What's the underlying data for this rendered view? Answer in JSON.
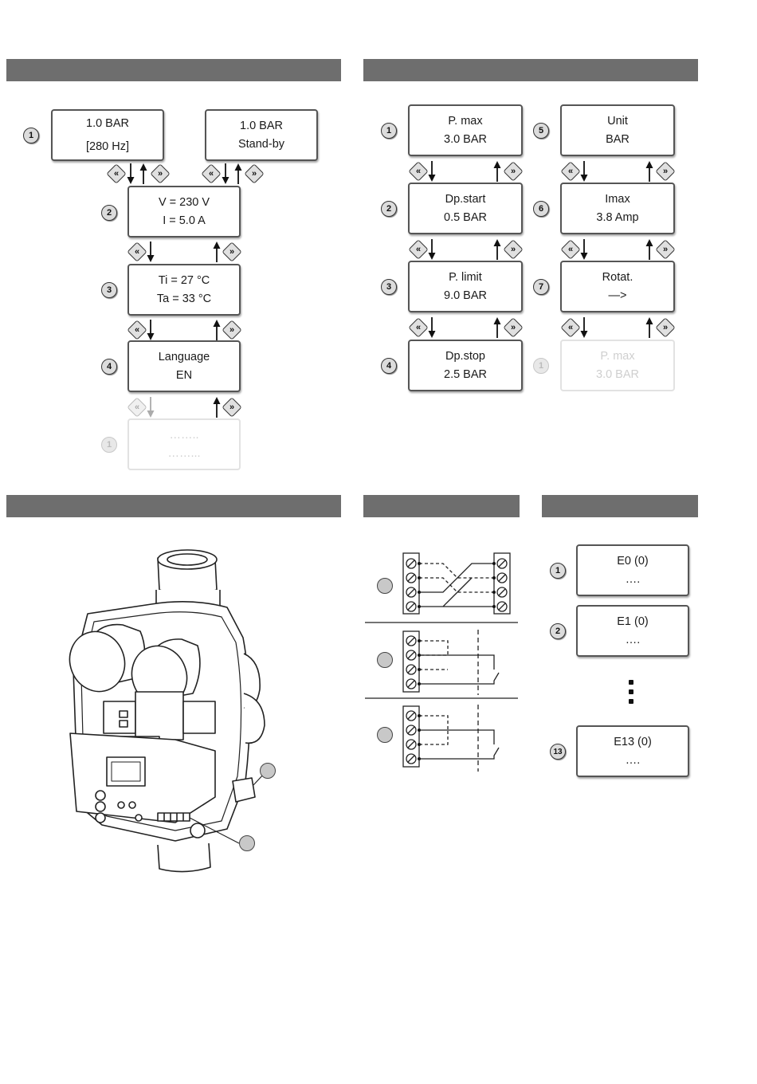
{
  "left_menu": {
    "screens": [
      {
        "line1": "1.0 BAR",
        "line2": "[280 Hz]"
      },
      {
        "line1": "1.0 BAR",
        "line2": "Stand-by"
      },
      {
        "line1": "V = 230 V",
        "line2": "I = 5.0 A"
      },
      {
        "line1": "Ti = 27 °C",
        "line2": "Ta = 33 °C"
      },
      {
        "line1": "Language",
        "line2": "EN"
      },
      {
        "line1": "……..",
        "line2": "……..."
      }
    ],
    "markers": [
      "1",
      "2",
      "3",
      "4",
      "1"
    ]
  },
  "right_menu": {
    "screens": [
      {
        "line1": "P. max",
        "line2": "3.0 BAR"
      },
      {
        "line1": "Dp.start",
        "line2": "0.5 BAR"
      },
      {
        "line1": "P. limit",
        "line2": "9.0 BAR"
      },
      {
        "line1": "Dp.stop",
        "line2": "2.5 BAR"
      },
      {
        "line1": "Unit",
        "line2": "BAR"
      },
      {
        "line1": "Imax",
        "line2": "3.8 Amp"
      },
      {
        "line1": "Rotat.",
        "line2": "—>"
      },
      {
        "line1": "P. max",
        "line2": "3.0 BAR"
      }
    ],
    "markers": [
      "1",
      "2",
      "3",
      "4",
      "5",
      "6",
      "7",
      "1"
    ]
  },
  "errors": {
    "screens": [
      {
        "line1": "E0 (0)",
        "line2": "…."
      },
      {
        "line1": "E1 (0)",
        "line2": "…."
      },
      {
        "line1": "E13 (0)",
        "line2": "…."
      }
    ],
    "markers": [
      "1",
      "2",
      "13"
    ]
  },
  "buttons": {
    "left": "«",
    "right": "»"
  },
  "colors": {
    "header_bar": "#6e6e6e",
    "lcd_border": "#555555"
  }
}
